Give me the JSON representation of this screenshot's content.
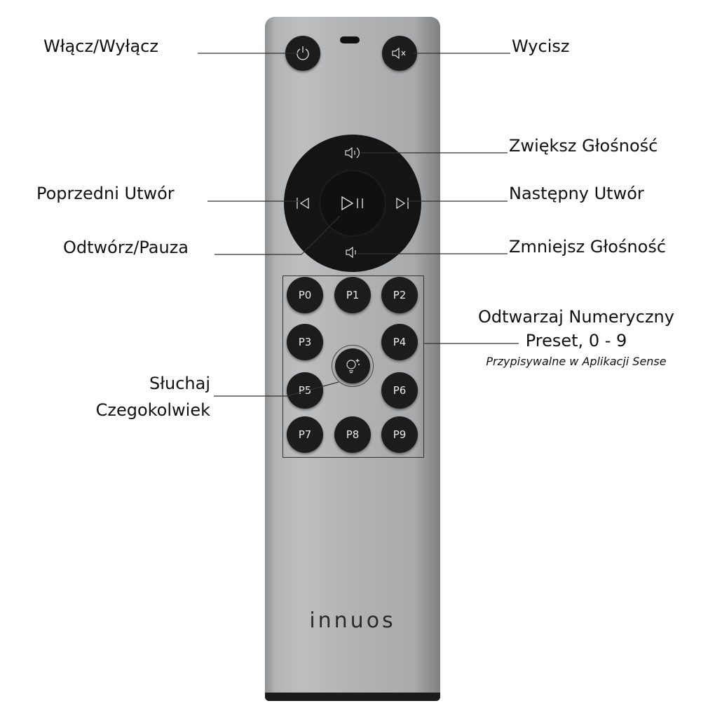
{
  "labels": {
    "power": "Włącz/Wyłącz",
    "mute": "Wycisz",
    "volume_up": "Zwiększ Głośność",
    "previous": "Poprzedni Utwór",
    "next": "Następny Utwór",
    "play_pause": "Odtwórz/Pauza",
    "volume_down": "Zmniejsz Głośność",
    "presets_line1": "Odtwarzaj Numeryczny",
    "presets_line2": "Preset, 0 - 9",
    "presets_note": "Przypisywalne w Aplikacji Sense",
    "listen_line1": "Słuchaj",
    "listen_line2": "Czegokolwiek"
  },
  "presets": [
    "P0",
    "P1",
    "P2",
    "P3",
    "P4",
    "P5",
    "P6",
    "P7",
    "P8",
    "P9"
  ],
  "logo": "innuos",
  "icons": [
    "power-icon",
    "mute-icon",
    "volume-up-icon",
    "volume-down-icon",
    "previous-icon",
    "next-icon",
    "play-pause-icon",
    "lightbulb-icon"
  ]
}
